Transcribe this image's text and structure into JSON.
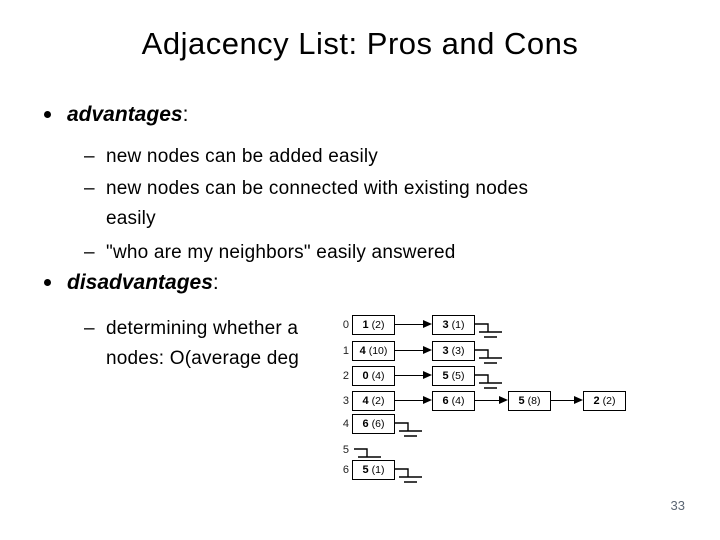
{
  "slide": {
    "title": "Adjacency List: Pros and Cons",
    "page_number": "33"
  },
  "advantages": {
    "bullet": "•",
    "label": "advantages",
    "colon": ":",
    "dash": "–",
    "items": [
      {
        "lines": [
          "new nodes can be added easily"
        ]
      },
      {
        "lines": [
          "new nodes can be connected with existing nodes",
          "easily"
        ]
      },
      {
        "lines": [
          "\"who are my neighbors\" easily answered"
        ]
      }
    ]
  },
  "disadvantages": {
    "bullet": "•",
    "label": "disadvantages",
    "colon": ":",
    "dash": "–",
    "items": [
      {
        "lines": [
          "determining whether a",
          "nodes: O(average deg"
        ]
      }
    ]
  },
  "diagram": {
    "description": "adjacency-list-figure",
    "rows": [
      {
        "label": "0",
        "cells": [
          {
            "v": "1",
            "w": "(2)"
          },
          {
            "v": "3",
            "w": "(1)"
          }
        ],
        "ground": true
      },
      {
        "label": "1",
        "cells": [
          {
            "v": "4",
            "w": "(10)"
          },
          {
            "v": "3",
            "w": "(3)"
          }
        ],
        "ground": true
      },
      {
        "label": "2",
        "cells": [
          {
            "v": "0",
            "w": "(4)"
          },
          {
            "v": "5",
            "w": "(5)"
          }
        ],
        "ground": true
      },
      {
        "label": "3",
        "cells": [
          {
            "v": "4",
            "w": "(2)"
          },
          {
            "v": "6",
            "w": "(4)"
          },
          {
            "v": "5",
            "w": "(8)"
          },
          {
            "v": "2",
            "w": "(2)"
          }
        ],
        "ground": false
      },
      {
        "label": "4",
        "cells": [
          {
            "v": "6",
            "w": "(6)"
          }
        ],
        "ground": true
      },
      {
        "label": "5",
        "cells": [],
        "ground": true
      },
      {
        "label": "6",
        "cells": [
          {
            "v": "5",
            "w": "(1)"
          }
        ],
        "ground": true
      }
    ]
  },
  "colors": {
    "background": "#ffffff",
    "text": "#000000",
    "page_number": "#5b6673"
  }
}
